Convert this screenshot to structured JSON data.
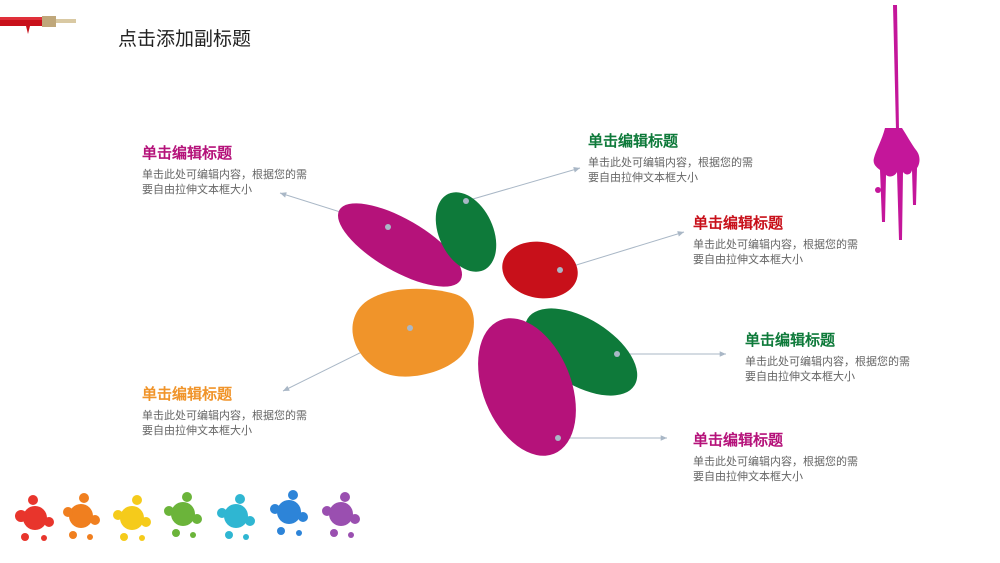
{
  "slide": {
    "subtitle": "点击添加副标题"
  },
  "colors": {
    "magenta": "#b5127a",
    "green": "#0e7a3a",
    "red": "#c8101a",
    "orange": "#f0942a",
    "connector": "#a9b7c6"
  },
  "items": [
    {
      "title": "单击编辑标题",
      "body_line1": "单击此处可编辑内容，根据您的需",
      "body_line2": "要自由拉伸文本框大小",
      "color": "#b5127a"
    },
    {
      "title": "单击编辑标题",
      "body_line1": "单击此处可编辑内容，根据您的需",
      "body_line2": "要自由拉伸文本框大小",
      "color": "#0e7a3a"
    },
    {
      "title": "单击编辑标题",
      "body_line1": "单击此处可编辑内容，根据您的需",
      "body_line2": "要自由拉伸文本框大小",
      "color": "#c8101a"
    },
    {
      "title": "单击编辑标题",
      "body_line1": "单击此处可编辑内容，根据您的需",
      "body_line2": "要自由拉伸文本框大小",
      "color": "#0e7a3a"
    },
    {
      "title": "单击编辑标题",
      "body_line1": "单击此处可编辑内容，根据您的需",
      "body_line2": "要自由拉伸文本框大小",
      "color": "#f0942a"
    },
    {
      "title": "单击编辑标题",
      "body_line1": "单击此处可编辑内容，根据您的需",
      "body_line2": "要自由拉伸文本框大小",
      "color": "#b5127a"
    }
  ]
}
